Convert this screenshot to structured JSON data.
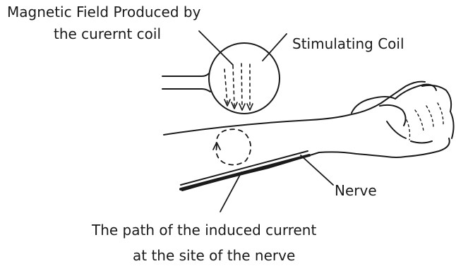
{
  "labels": {
    "field_line1": "Magnetic Field Produced by",
    "field_line2": "the curernt coil",
    "coil": "Stimulating Coil",
    "nerve": "Nerve",
    "path_line1": "The path of the induced current",
    "path_line2": "at the site of the nerve"
  },
  "colors": {
    "ink": "#1a1a1a",
    "background": "#ffffff"
  }
}
